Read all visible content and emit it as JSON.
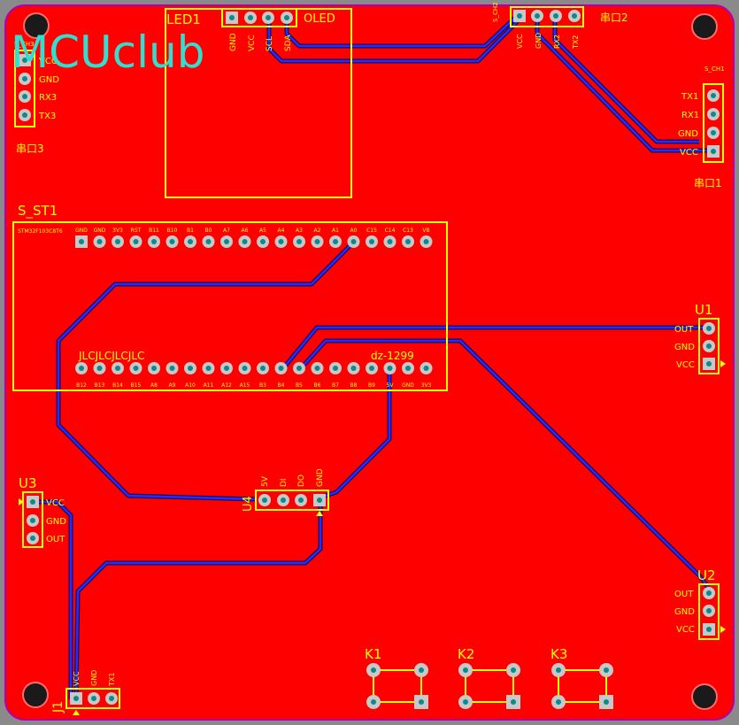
{
  "logo_text": "MCUclub",
  "colors": {
    "board": "#ff0000",
    "background": "#8a8a8a",
    "outline": "#b000b0",
    "silkscreen": "#ffff00",
    "trace": "#2020ff",
    "pad": "#c8c8c8",
    "logo": "#2fe0d0"
  },
  "components": {
    "led1": {
      "designator": "LED1",
      "value": "OLED",
      "pins": [
        "GND",
        "VCC",
        "SCL",
        "SDA"
      ]
    },
    "port2": {
      "designator": "串口2",
      "small_label": "S_CH2",
      "pins": [
        "VCC",
        "GND",
        "RX2",
        "TX2"
      ]
    },
    "port3": {
      "designator": "串口3",
      "small_label": "S_CH3",
      "pins": [
        "VCC",
        "GND",
        "RX3",
        "TX3"
      ]
    },
    "port1": {
      "designator": "串口1",
      "small_label": "S_CH1",
      "pins": [
        "TX1",
        "RX1",
        "GND",
        "VCC"
      ]
    },
    "s_st1": {
      "designator": "S_ST1",
      "header_text": "STM32F103C8T6",
      "top_pins": [
        "GND",
        "GND",
        "3V3",
        "RST",
        "B11",
        "B10",
        "B1",
        "B0",
        "A7",
        "A6",
        "A5",
        "A4",
        "A3",
        "A2",
        "A1",
        "A0",
        "C15",
        "C14",
        "C13",
        "VB"
      ],
      "bottom_left_text": "JLCJLCJLCJLC",
      "bottom_right_text": "dz-1299",
      "bottom_pins": [
        "B12",
        "B13",
        "B14",
        "B15",
        "A8",
        "A9",
        "A10",
        "A11",
        "A12",
        "A15",
        "B3",
        "B4",
        "B5",
        "B6",
        "B7",
        "B8",
        "B9",
        "5V",
        "GND",
        "3V3"
      ]
    },
    "u1": {
      "designator": "U1",
      "pins": [
        "OUT",
        "GND",
        "VCC"
      ]
    },
    "u2": {
      "designator": "U2",
      "pins": [
        "OUT",
        "GND",
        "VCC"
      ]
    },
    "u3": {
      "designator": "U3",
      "pins": [
        "VCC",
        "GND",
        "OUT"
      ]
    },
    "u4": {
      "designator": "U4",
      "pins": [
        "5V",
        "DI",
        "DO",
        "GND"
      ]
    },
    "j1": {
      "designator": "J1",
      "pins": [
        "VCC",
        "GND",
        "TX1"
      ]
    },
    "k1": {
      "designator": "K1"
    },
    "k2": {
      "designator": "K2"
    },
    "k3": {
      "designator": "K3"
    }
  }
}
